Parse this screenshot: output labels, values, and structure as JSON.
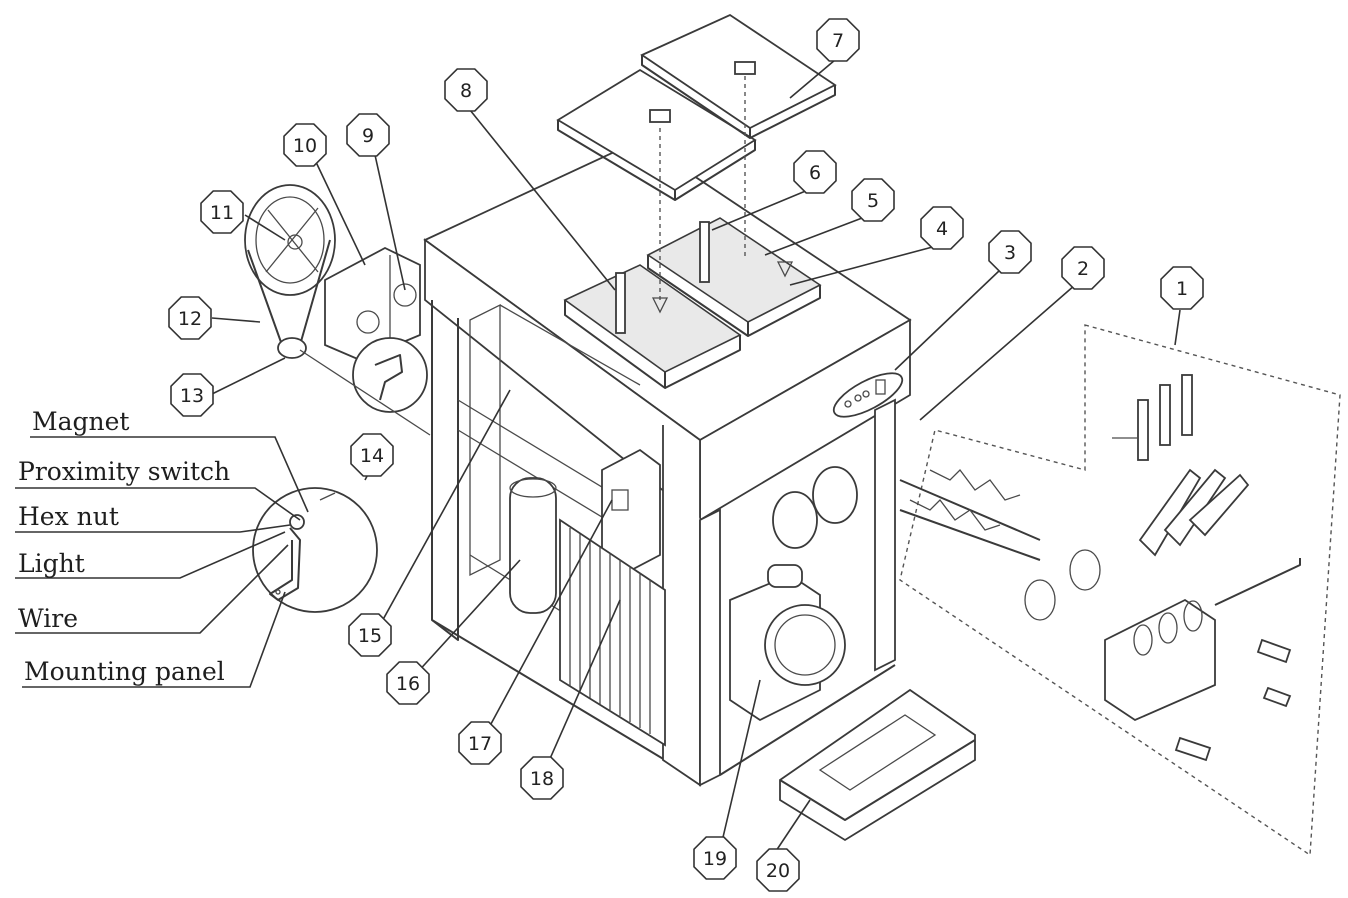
{
  "callouts": [
    "1",
    "2",
    "3",
    "4",
    "5",
    "6",
    "7",
    "8",
    "9",
    "10",
    "11",
    "12",
    "13",
    "14",
    "15",
    "16",
    "17",
    "18",
    "19",
    "20"
  ],
  "detail_labels": [
    "Magnet",
    "Proximity switch",
    "Hex nut",
    "Light",
    "Wire",
    "Mounting panel"
  ]
}
